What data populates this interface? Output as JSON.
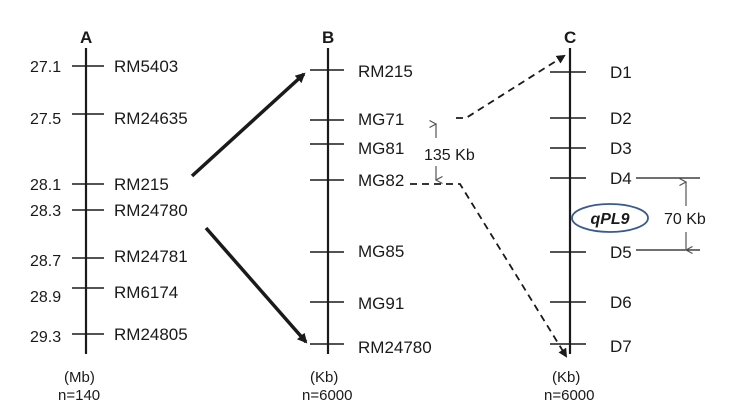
{
  "panels": {
    "A": {
      "header": "A",
      "unit": "(Mb)",
      "n": "n=140",
      "markers": [
        {
          "pos": "27.1",
          "name": "RM5403"
        },
        {
          "pos": "27.5",
          "name": "RM24635"
        },
        {
          "pos": "28.1",
          "name": "RM215"
        },
        {
          "pos": "28.3",
          "name": "RM24780"
        },
        {
          "pos": "28.7",
          "name": "RM24781"
        },
        {
          "pos": "28.9",
          "name": "RM6174"
        },
        {
          "pos": "29.3",
          "name": "RM24805"
        }
      ]
    },
    "B": {
      "header": "B",
      "unit": "(Kb)",
      "n": "n=6000",
      "markers": [
        {
          "name": "RM215"
        },
        {
          "name": "MG71"
        },
        {
          "name": "MG81"
        },
        {
          "name": "MG82"
        },
        {
          "name": "MG85"
        },
        {
          "name": "MG91"
        },
        {
          "name": "RM24780"
        }
      ],
      "interval": "135 Kb"
    },
    "C": {
      "header": "C",
      "unit": "(Kb)",
      "n": "n=6000",
      "markers": [
        {
          "name": "D1"
        },
        {
          "name": "D2"
        },
        {
          "name": "D3"
        },
        {
          "name": "D4"
        },
        {
          "name": "D5"
        },
        {
          "name": "D6"
        },
        {
          "name": "D7"
        }
      ],
      "gene": "qPL9",
      "interval": "70 Kb"
    }
  },
  "colors": {
    "line": "#1a1a1a",
    "ellipse": "#3a5a8c"
  }
}
